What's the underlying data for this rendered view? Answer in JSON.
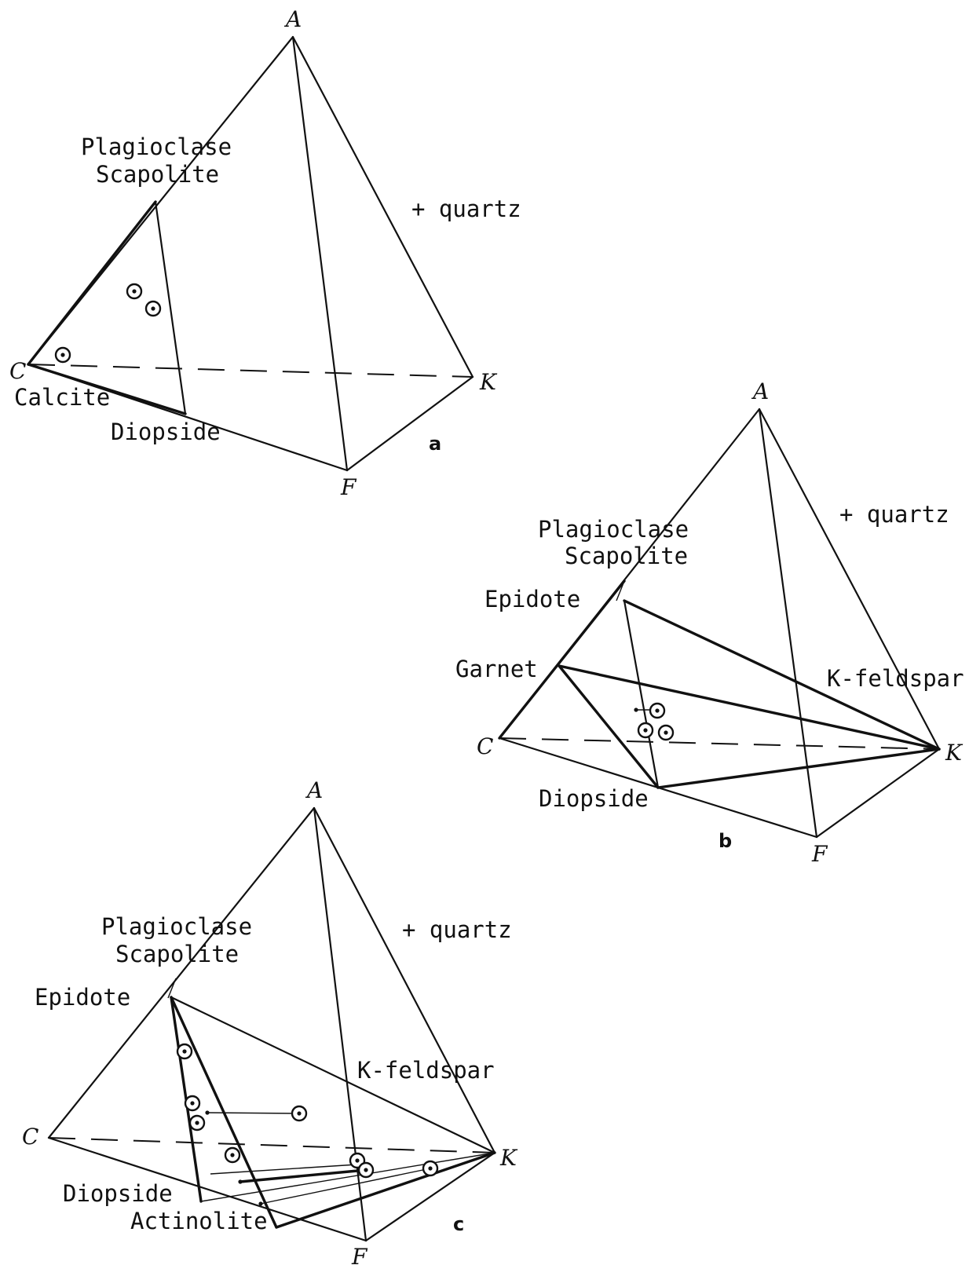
{
  "panels": {
    "a": {
      "label": "a",
      "vertices": {
        "A": "A",
        "C": "C",
        "K": "K",
        "F": "F"
      },
      "phases": {
        "plagioclase": "Plagioclase",
        "scapolite": "Scapolite",
        "calcite": "Calcite",
        "diopside": "Diopside",
        "quartz": "+ quartz"
      }
    },
    "b": {
      "label": "b",
      "vertices": {
        "A": "A",
        "C": "C",
        "K": "K",
        "F": "F"
      },
      "phases": {
        "plagioclase": "Plagioclase",
        "scapolite": "Scapolite",
        "epidote": "Epidote",
        "garnet": "Garnet",
        "kfeldspar": "K-feldspar",
        "diopside": "Diopside",
        "quartz": "+ quartz"
      }
    },
    "c": {
      "label": "c",
      "vertices": {
        "A": "A",
        "C": "C",
        "K": "K",
        "F": "F"
      },
      "phases": {
        "plagioclase": "Plagioclase",
        "scapolite": "Scapolite",
        "epidote": "Epidote",
        "kfeldspar": "K-feldspar",
        "diopside": "Diopside",
        "actinolite": "Actinolite",
        "quartz": "+ quartz"
      }
    }
  }
}
